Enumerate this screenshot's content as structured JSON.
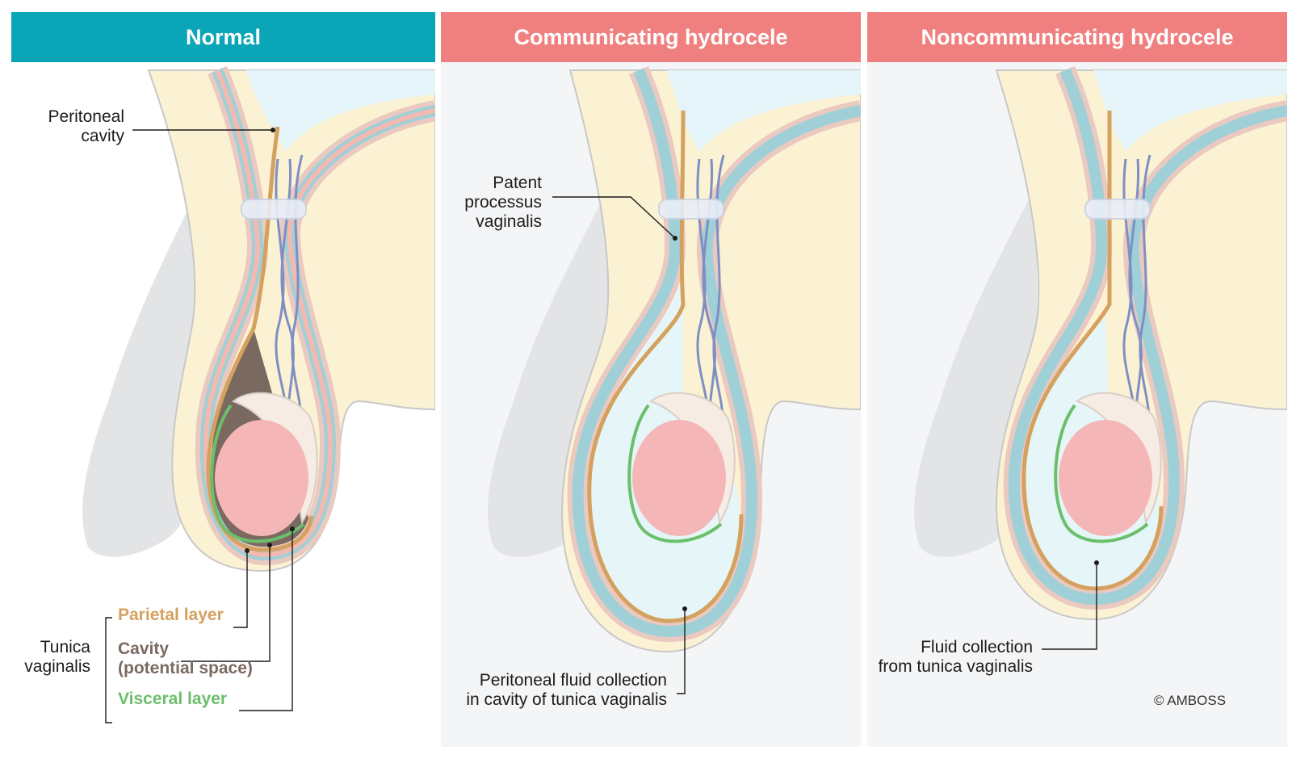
{
  "colors": {
    "normal_header": "#0aa6b8",
    "hydrocele_header": "#f08080",
    "skin": "#fbf1d3",
    "body_silhouette": "#e3e4e6",
    "fluid": "#e6f6f8",
    "testis": "#f4b6b6",
    "epididymis": "#f7ece3",
    "parietal_layer": "#d4a15f",
    "cavity": "#7a6960",
    "visceral_layer": "#6bbf6b"
  },
  "panels": {
    "normal": {
      "title": "Normal",
      "labels": {
        "peritoneal_cavity": "Peritoneal\ncavity",
        "tunica_vaginalis": "Tunica\nvaginalis",
        "parietal_layer": "Parietal layer",
        "cavity": "Cavity\n(potential space)",
        "visceral_layer": "Visceral layer"
      }
    },
    "communicating": {
      "title": "Communicating hydrocele",
      "labels": {
        "patent_processus": "Patent\nprocessus\nvaginalis",
        "fluid_collection": "Peritoneal fluid collection\nin cavity of tunica vaginalis"
      }
    },
    "noncommunicating": {
      "title": "Noncommunicating hydrocele",
      "labels": {
        "fluid_collection": "Fluid collection\nfrom tunica vaginalis"
      },
      "copyright": "© AMBOSS"
    }
  }
}
